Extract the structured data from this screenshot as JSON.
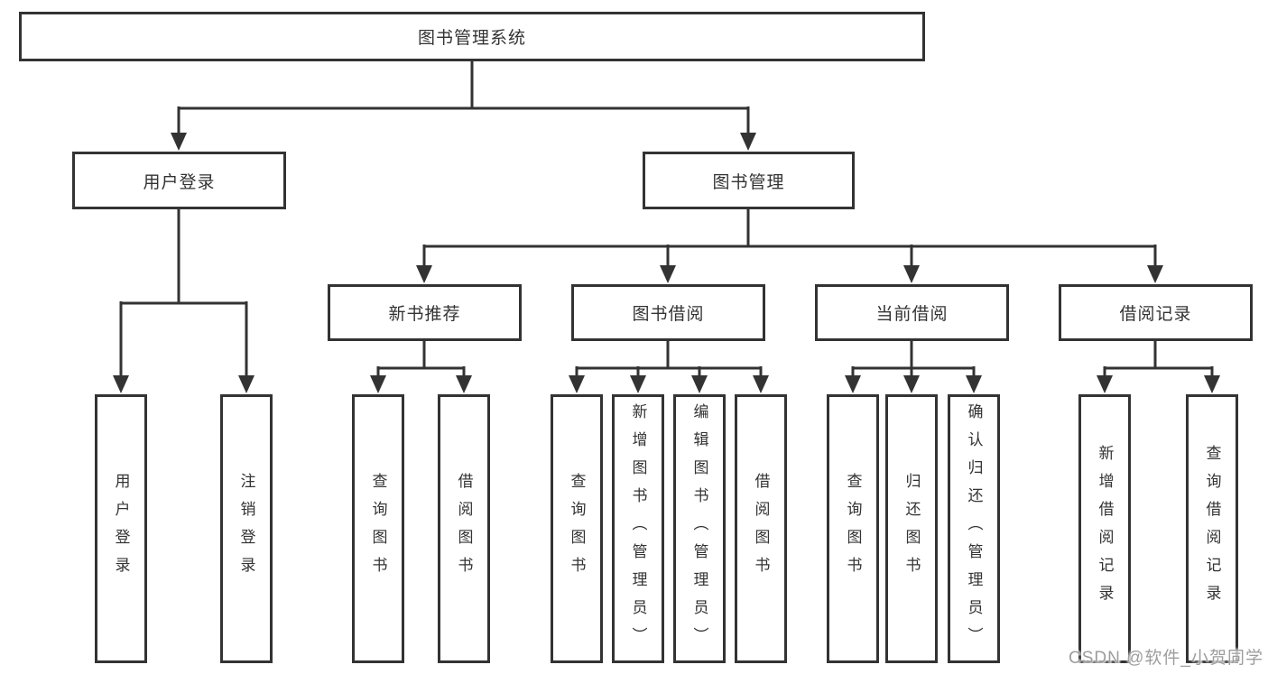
{
  "tree": {
    "root": {
      "label": "图书管理系统"
    },
    "level2": [
      {
        "label": "用户登录",
        "children": [
          {
            "label": "用户登录"
          },
          {
            "label": "注销登录"
          }
        ]
      },
      {
        "label": "图书管理",
        "children": [
          {
            "label": "新书推荐",
            "children": [
              {
                "label": "查询图书"
              },
              {
                "label": "借阅图书"
              }
            ]
          },
          {
            "label": "图书借阅",
            "children": [
              {
                "label": "查询图书"
              },
              {
                "label": "新增图书（管理员）"
              },
              {
                "label": "编辑图书（管理员）"
              },
              {
                "label": "借阅图书"
              }
            ]
          },
          {
            "label": "当前借阅",
            "children": [
              {
                "label": "查询图书"
              },
              {
                "label": "归还图书"
              },
              {
                "label": "确认归还（管理员）"
              }
            ]
          },
          {
            "label": "借阅记录",
            "children": [
              {
                "label": "新增借阅记录"
              },
              {
                "label": "查询借阅记录"
              }
            ]
          }
        ]
      }
    ]
  },
  "watermark": {
    "text": "CSDN @软件_小贺同学"
  },
  "colors": {
    "line": "#333333",
    "text": "#333333",
    "background": "#ffffff",
    "watermark": "#9d9d9d"
  }
}
